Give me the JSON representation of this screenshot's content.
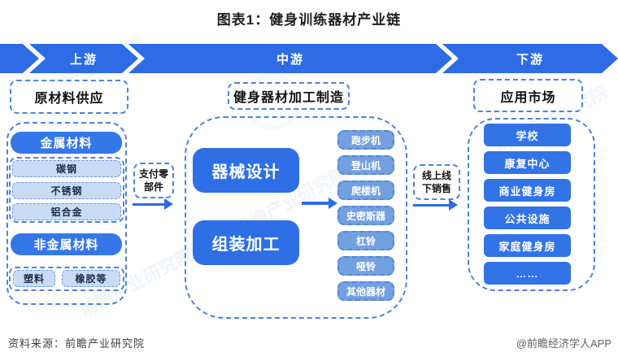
{
  "title": "图表1：健身训练器材产业链",
  "banner": {
    "upstream": "上游",
    "midstream": "中游",
    "downstream": "下游"
  },
  "upstream": {
    "header": "原材料供应",
    "metal": {
      "title": "金属材料",
      "items": [
        "碳钢",
        "不锈钢",
        "铝合金"
      ]
    },
    "nonmetal": {
      "title": "非金属材料",
      "items": [
        "塑料",
        "橡胶等"
      ]
    }
  },
  "connector_left": {
    "line1": "支付零",
    "line2": "部件"
  },
  "midstream": {
    "header": "健身器材加工制造",
    "design": "器械设计",
    "assembly": "组装加工",
    "products": [
      "跑步机",
      "登山机",
      "爬楼机",
      "史密斯器",
      "杠铃",
      "哑铃",
      "其他器材"
    ]
  },
  "connector_right": {
    "line1": "线上线",
    "line2": "下销售"
  },
  "downstream": {
    "header": "应用市场",
    "markets": [
      "学校",
      "康复中心",
      "商业健身房",
      "公共设施",
      "家庭健身房",
      "……"
    ]
  },
  "footer": {
    "source": "资料来源：前瞻产业研究院",
    "credit": "@前瞻经济学人APP"
  },
  "watermark": "前瞻产业研究院",
  "colors": {
    "accent_blue": "#2e6be4",
    "solid_box_blue": "#3577e8",
    "product_blue": "#73a0e0",
    "light_bar_blue": "#c9dcf5",
    "dashed_border_blue": "#4d82dd",
    "title_text": "#1f1f1f"
  }
}
